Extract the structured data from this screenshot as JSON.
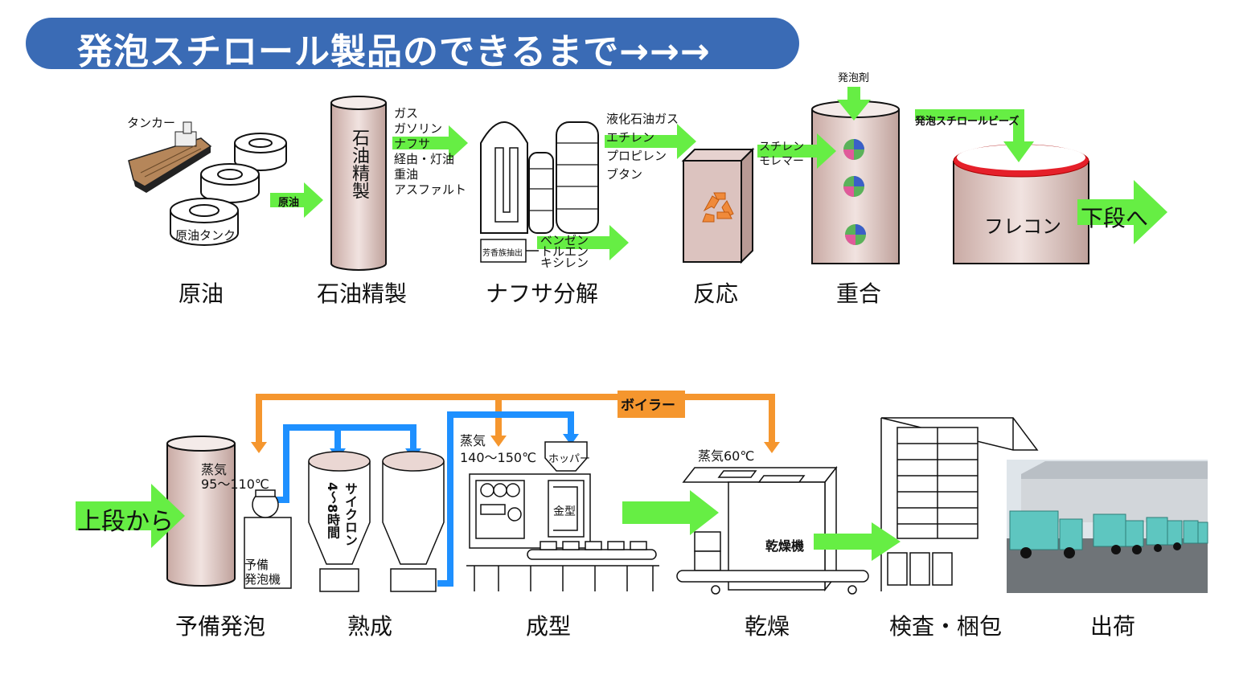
{
  "title": "発泡スチロール製品のできるまで→→→",
  "colors": {
    "title_bar": "#3a6bb5",
    "arrow_green": "#66ee44",
    "steam_orange": "#f5962e",
    "steam_blue": "#1e90ff",
    "tank_fill": "#ead7d3",
    "frecon_rim": "#e5202a"
  },
  "top_stages": [
    "原油",
    "石油精製",
    "ナフサ分解",
    "反応",
    "重合"
  ],
  "bottom_stages": [
    "予備発泡",
    "熟成",
    "成型",
    "乾燥",
    "検査・梱包",
    "出荷"
  ],
  "crude": {
    "tanker": "タンカー",
    "tank": "原油タンク",
    "arrow": "原油"
  },
  "refinery": {
    "tower": "石油精製",
    "outputs": [
      "ガス",
      "ガソリン",
      "ナフサ",
      "経由・灯油",
      "重油",
      "アスファルト"
    ]
  },
  "cracking": {
    "unit": "芳香族抽出",
    "products": [
      "液化石油ガス",
      "エチレン",
      "プロピレン",
      "ブタン"
    ],
    "aromatics": [
      "ベンゼン",
      "トルエン",
      "キシレン"
    ]
  },
  "polymer": {
    "agent": "発泡剤",
    "monomer_line1": "スチレン",
    "monomer_line2": "モレマー",
    "beads": "発泡スチロールビーズ",
    "container": "フレコン",
    "next": "下段へ"
  },
  "bottom": {
    "from_top": "上段から",
    "boiler": "ボイラー",
    "pre_steam_label": "蒸気",
    "pre_steam_temp": "95～110℃",
    "pre_machine_line1": "予備",
    "pre_machine_line2": "発泡機",
    "cyclone": "サイクロン",
    "cyclone_time": "4～8時間",
    "mold_steam_label": "蒸気",
    "mold_steam_temp": "140～150℃",
    "hopper": "ホッパー",
    "mold": "金型",
    "dry_steam": "蒸気60℃",
    "dryer": "乾燥機"
  }
}
